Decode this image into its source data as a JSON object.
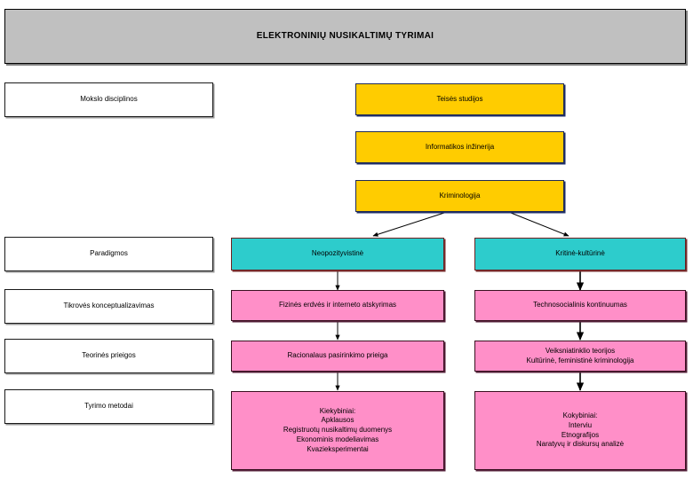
{
  "diagram": {
    "title": "ELEKTRONINIŲ NUSIKALTIMŲ TYRIMAI",
    "colors": {
      "banner": "#c0c0c0",
      "discipline": "#ffcc00",
      "paradigm": "#2dcccc",
      "content": "#ff8fc8",
      "label": "#ffffff",
      "outline": "#000000"
    },
    "row_labels": [
      {
        "id": "row-label-disciplines",
        "text": "Mokslo disciplinos"
      },
      {
        "id": "row-label-paradigms",
        "text": "Paradigmos"
      },
      {
        "id": "row-label-reality",
        "text": "Tikrovės konceptualizavimas"
      },
      {
        "id": "row-label-theory",
        "text": "Teorinės prieigos"
      },
      {
        "id": "row-label-methods",
        "text": "Tyrimo metodai"
      }
    ],
    "disciplines": [
      {
        "id": "discipline-law",
        "text": "Teisės studijos"
      },
      {
        "id": "discipline-informatics",
        "text": "Informatikos inžinerija"
      },
      {
        "id": "discipline-criminology",
        "text": "Kriminologija"
      }
    ],
    "columns": [
      {
        "id": "column-neopositivist",
        "paradigm": "Neopozityvistinė",
        "reality": "Fizinės erdvės ir interneto atskyrimas",
        "theory": "Racionalaus pasirinkimo prieiga",
        "methods": "Kiekybiniai:\nApklausos\nRegistruotų nusikaltimų duomenys\nEkonominis modeliavimas\nKvazieksperimentai"
      },
      {
        "id": "column-critical-cultural",
        "paradigm": "Kritinė-kultūrinė",
        "reality": "Technosocialinis kontinuumas",
        "theory": "Veiksniatinklio teorijos\nKultūrinė, feministinė kriminologija",
        "methods": "Kokybiniai:\nInterviu\nEtnografijos\nNaratyvų ir diskursų analizė"
      }
    ]
  }
}
